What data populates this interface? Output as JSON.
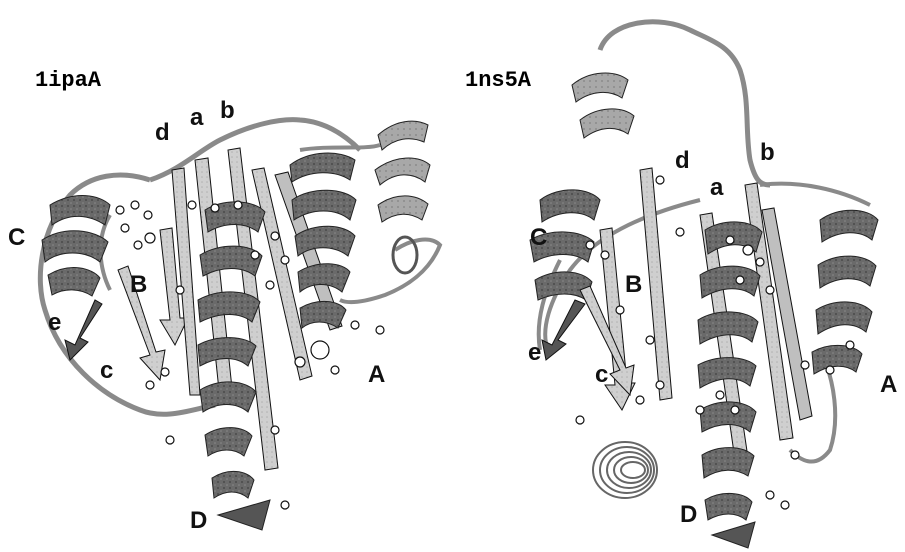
{
  "panels": [
    {
      "title": "1ipaA",
      "labels": {
        "a": "a",
        "b": "b",
        "c": "c",
        "d": "d",
        "e": "e",
        "A": "A",
        "B": "B",
        "C": "C",
        "D": "D"
      }
    },
    {
      "title": "1ns5A",
      "labels": {
        "a": "a",
        "b": "b",
        "c": "c",
        "d": "d",
        "e": "e",
        "A": "A",
        "B": "B",
        "C": "C",
        "D": "D"
      }
    }
  ],
  "colors": {
    "helix_dark": "#5a5a5a",
    "helix_mid": "#8c8c8c",
    "strand": "#c8c8c8",
    "strand_edge": "#1a1a1a",
    "loop": "#9a9a9a",
    "atom": "#ffffff"
  }
}
